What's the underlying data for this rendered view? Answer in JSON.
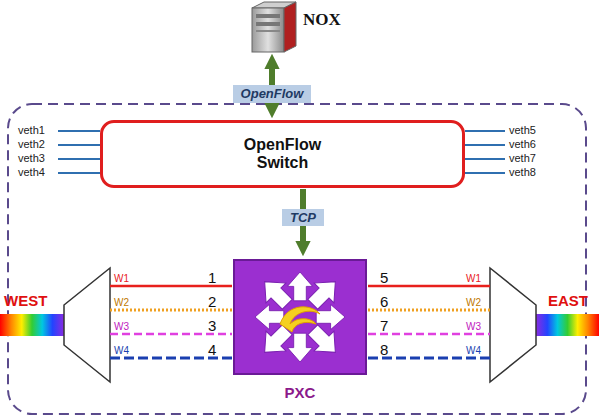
{
  "diagram": {
    "nodes": [
      {
        "text": [
          "NOX"
        ]
      },
      {
        "text": [
          "OpenFlow Switch"
        ]
      },
      {
        "text": [
          "PXC"
        ]
      }
    ],
    "edges": [
      {
        "from": 0,
        "to": 1,
        "arrow": "both",
        "label": "OpenFlow"
      },
      {
        "from": 1,
        "to": 2,
        "arrow": "to",
        "label": "TCP"
      }
    ],
    "labels": [
      "veth1",
      "veth2",
      "veth3",
      "veth4",
      "veth5",
      "veth6",
      "veth7",
      "veth8",
      "WEST",
      "W1",
      "W2",
      "W3",
      "W4",
      "1",
      "2",
      "3",
      "4",
      "5",
      "6",
      "7",
      "8",
      "W1",
      "W2",
      "W3",
      "W4",
      "EAST"
    ]
  }
}
